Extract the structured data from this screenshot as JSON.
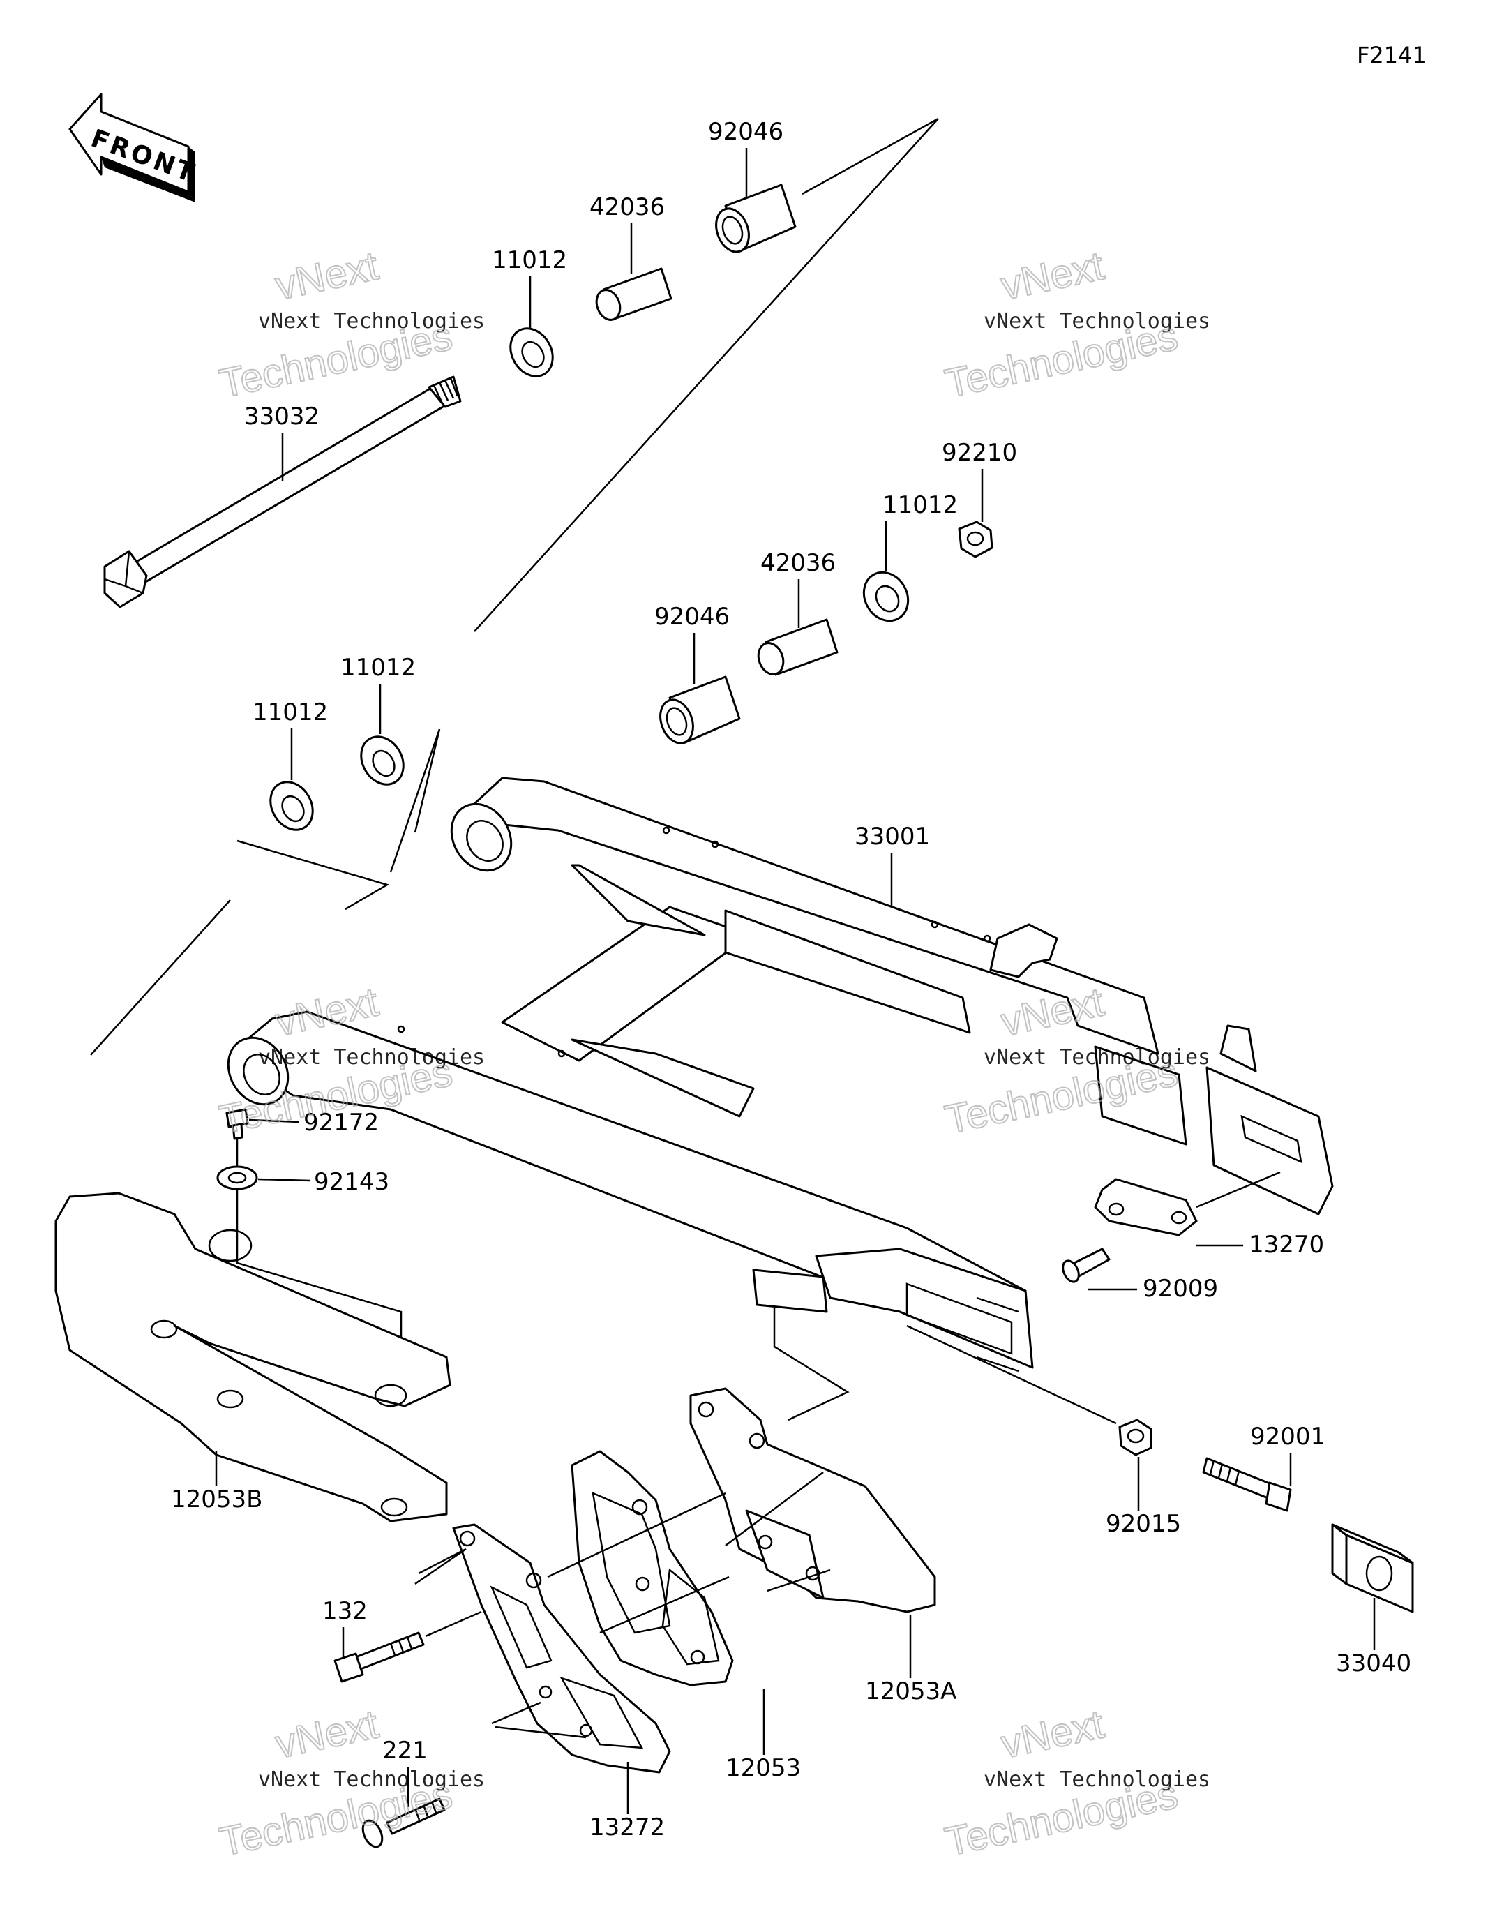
{
  "figure_code": "F2141",
  "front_arrow_label": "FRONT",
  "icons": {
    "front_arrow": "front-arrow-icon"
  },
  "watermark": {
    "line1": "vNext Technologies",
    "line2": "vNext",
    "line3": "Technologies"
  },
  "parts": [
    {
      "id": "92046_a",
      "label": "92046"
    },
    {
      "id": "42036_a",
      "label": "42036"
    },
    {
      "id": "11012_a",
      "label": "11012"
    },
    {
      "id": "33032",
      "label": "33032"
    },
    {
      "id": "92210",
      "label": "92210"
    },
    {
      "id": "11012_b",
      "label": "11012"
    },
    {
      "id": "42036_b",
      "label": "42036"
    },
    {
      "id": "92046_b",
      "label": "92046"
    },
    {
      "id": "11012_c",
      "label": "11012"
    },
    {
      "id": "11012_d",
      "label": "11012"
    },
    {
      "id": "33001",
      "label": "33001"
    },
    {
      "id": "92172",
      "label": "92172"
    },
    {
      "id": "92143",
      "label": "92143"
    },
    {
      "id": "13270",
      "label": "13270"
    },
    {
      "id": "92009",
      "label": "92009"
    },
    {
      "id": "12053B",
      "label": "12053B"
    },
    {
      "id": "92001",
      "label": "92001"
    },
    {
      "id": "92015",
      "label": "92015"
    },
    {
      "id": "33040",
      "label": "33040"
    },
    {
      "id": "12053A",
      "label": "12053A"
    },
    {
      "id": "132",
      "label": "132"
    },
    {
      "id": "12053",
      "label": "12053"
    },
    {
      "id": "221",
      "label": "221"
    },
    {
      "id": "13272",
      "label": "13272"
    }
  ]
}
